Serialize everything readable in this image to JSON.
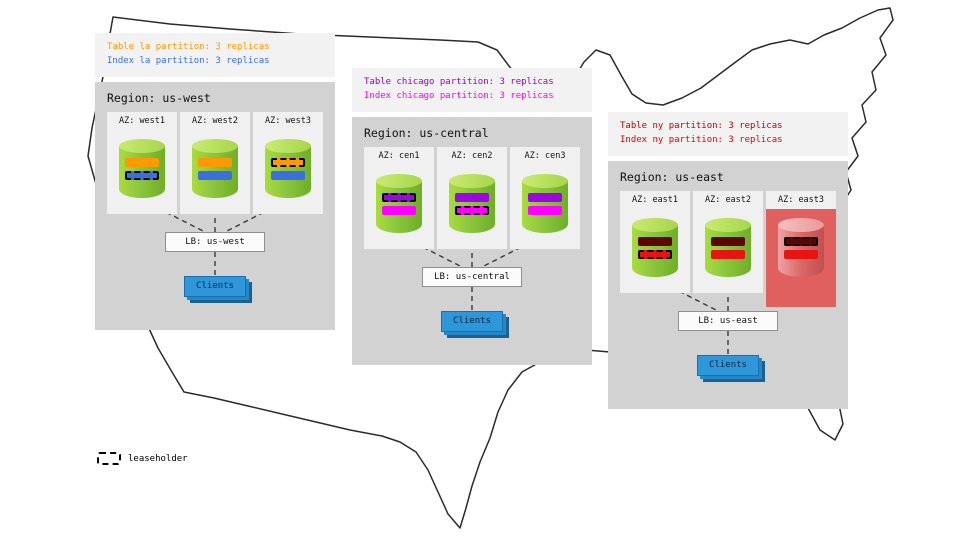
{
  "palette": {
    "cylinder_green": "#8cc63e",
    "region_gray": "#d2d2d2",
    "az_gray": "#f0f0f0",
    "clients_blue": "#2e97d9",
    "failed_az_red": "#e06060"
  },
  "legend": {
    "label": "leaseholder"
  },
  "regions": [
    {
      "name": "us-west",
      "title": "Region: us-west",
      "notes": [
        "Table la partition: 3 replicas",
        "Index la partition: 3 replicas"
      ],
      "colors": {
        "table": "#ff9900",
        "index": "#3a6fe0"
      },
      "css_vars": "--table-text:#ff9900;--index-text:#3a6fe0;--table-bar:#ff9900;--index-bar:#3a6fe0",
      "azs": [
        {
          "label": "AZ: west1",
          "leaseholder": "index",
          "failed": false
        },
        {
          "label": "AZ: west2",
          "leaseholder": "none",
          "failed": false
        },
        {
          "label": "AZ: west3",
          "leaseholder": "table",
          "failed": false
        }
      ],
      "lb_label": "LB: us-west",
      "clients_label": "Clients"
    },
    {
      "name": "us-central",
      "title": "Region: us-central",
      "notes": [
        "Table chicago partition: 3 replicas",
        "Index chicago partition: 3 replicas"
      ],
      "colors": {
        "table": "#9900cc",
        "index": "#ff00ff"
      },
      "css_vars": "--table-text:#9900cc;--index-text:#ff00ff;--table-bar:#9b07e0;--index-bar:#ff00ff",
      "azs": [
        {
          "label": "AZ: cen1",
          "leaseholder": "table",
          "failed": false
        },
        {
          "label": "AZ: cen2",
          "leaseholder": "index",
          "failed": false
        },
        {
          "label": "AZ: cen3",
          "leaseholder": "none",
          "failed": false
        }
      ],
      "lb_label": "LB: us-central",
      "clients_label": "Clients"
    },
    {
      "name": "us-east",
      "title": "Region: us-east",
      "notes": [
        "Table ny partition: 3 replicas",
        "Index ny partition: 3 replicas"
      ],
      "colors": {
        "table": "#c00000",
        "index": "#ee0000"
      },
      "css_vars": "--table-text:#c00000;--index-text:#ee0000;--table-bar:#5c0505;--index-bar:#e81414",
      "azs": [
        {
          "label": "AZ: east1",
          "leaseholder": "index",
          "failed": false
        },
        {
          "label": "AZ: east2",
          "leaseholder": "none",
          "failed": false
        },
        {
          "label": "AZ: east3",
          "leaseholder": "table",
          "failed": true
        }
      ],
      "lb_label": "LB: us-east",
      "clients_label": "Clients"
    }
  ]
}
